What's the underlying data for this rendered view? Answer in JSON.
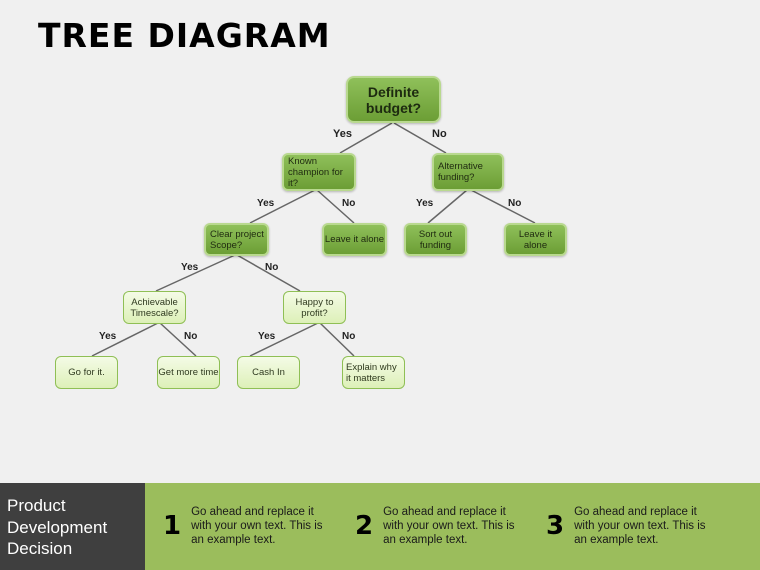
{
  "title": "TREE  DIAGRAM",
  "nodes": {
    "root": "Definite budget?",
    "champion": "Known champion for it?",
    "alternative": "Alternative funding?",
    "scope": "Clear project Scope?",
    "leave1": "Leave it alone",
    "sort": "Sort out funding",
    "leave2": "Leave it alone",
    "timescale": "Achievable Timescale?",
    "happy": "Happy to profit?",
    "gofor": "Go for it.",
    "moretime": "Get more time",
    "cash": "Cash In",
    "explain": "Explain why it matters"
  },
  "labels": {
    "yes": "Yes",
    "no": "No"
  },
  "footer": {
    "heading": "Product Development Decision",
    "items": [
      {
        "num": "1",
        "text": "Go ahead and replace it with your own text. This is an example text."
      },
      {
        "num": "2",
        "text": "Go ahead and replace it with your own text. This is an example text."
      },
      {
        "num": "3",
        "text": "Go ahead and replace it with your own text. This is an example text."
      }
    ]
  }
}
